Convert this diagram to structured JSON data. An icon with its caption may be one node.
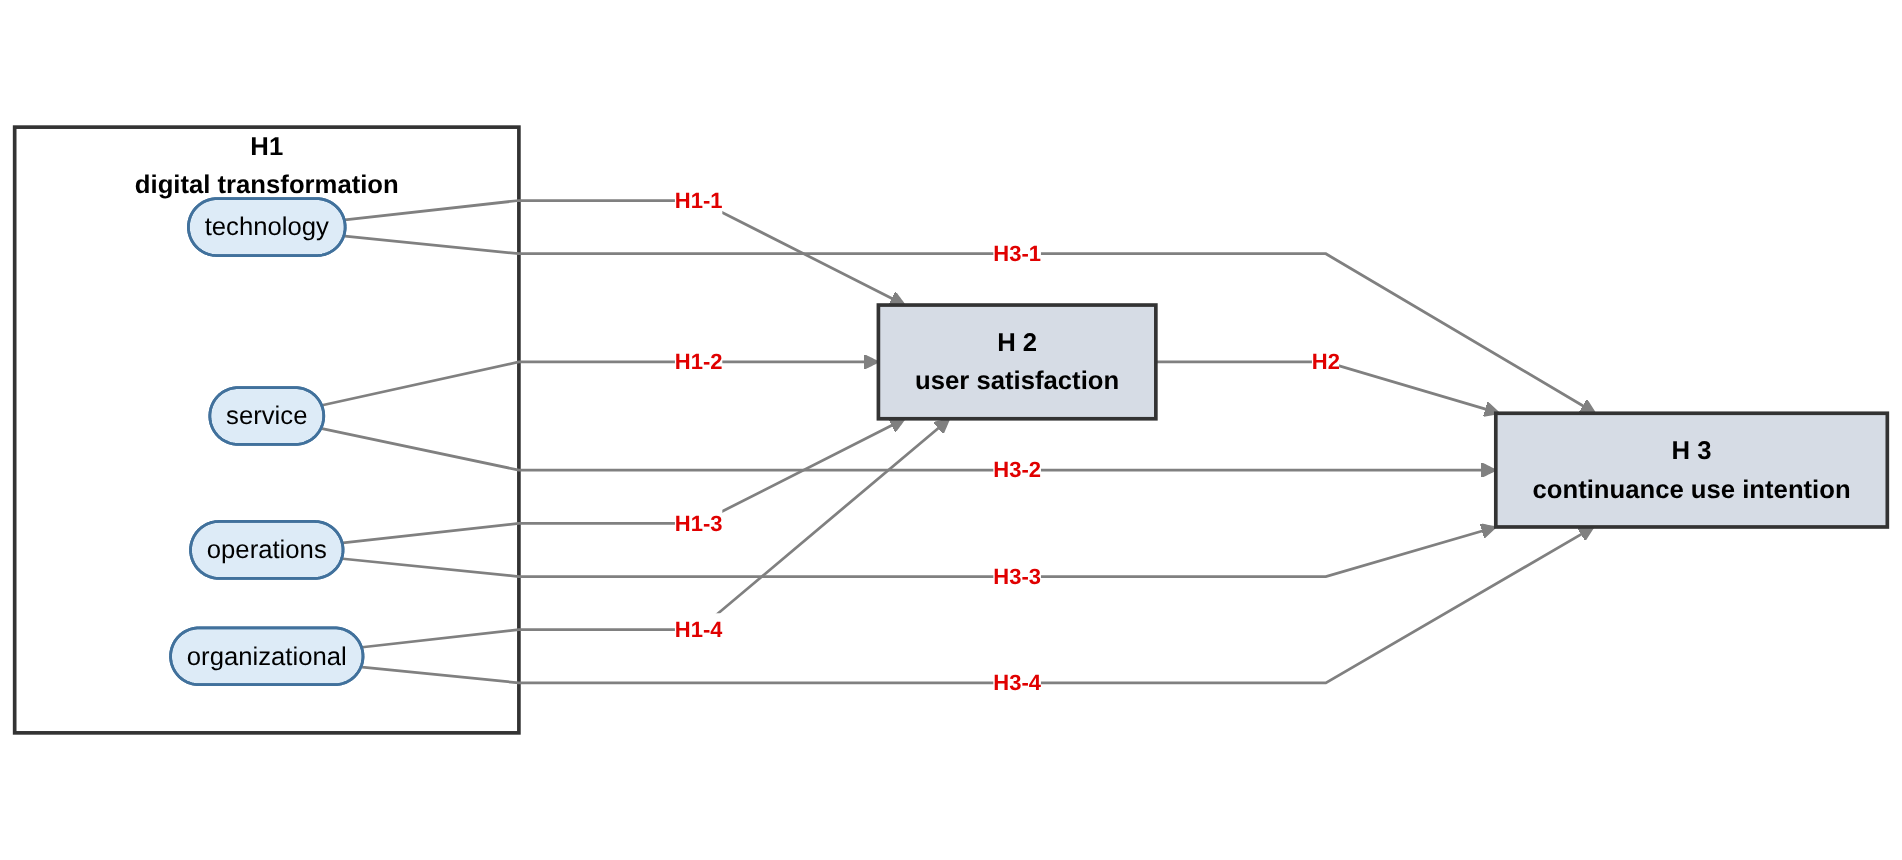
{
  "diagram": {
    "nodes": [
      {
        "text": [
          "H1",
          "digital transformation"
        ]
      },
      {
        "text": [
          "technology"
        ],
        "in": 0
      },
      {
        "text": [
          "service"
        ],
        "in": 0
      },
      {
        "text": [
          "operations"
        ],
        "in": 0
      },
      {
        "text": [
          "organizational"
        ],
        "in": 0
      },
      {
        "text": [
          "H 2",
          "user satisfaction"
        ]
      },
      {
        "text": [
          "H 3",
          "continuance use intention"
        ]
      }
    ],
    "edges": [
      {
        "from": 1,
        "to": 5,
        "arrow": "to",
        "label": "H1-1"
      },
      {
        "from": 2,
        "to": 5,
        "arrow": "to",
        "label": "H1-2"
      },
      {
        "from": 3,
        "to": 5,
        "arrow": "to",
        "label": "H1-3"
      },
      {
        "from": 4,
        "to": 5,
        "arrow": "to",
        "label": "H1-4"
      },
      {
        "from": 5,
        "to": 6,
        "arrow": "to",
        "label": "H2"
      },
      {
        "from": 1,
        "to": 6,
        "arrow": "to",
        "label": "H3-1"
      },
      {
        "from": 2,
        "to": 6,
        "arrow": "to",
        "label": "H3-2"
      },
      {
        "from": 3,
        "to": 6,
        "arrow": "to",
        "label": "H3-3"
      },
      {
        "from": 4,
        "to": 6,
        "arrow": "to",
        "label": "H3-4"
      }
    ]
  }
}
